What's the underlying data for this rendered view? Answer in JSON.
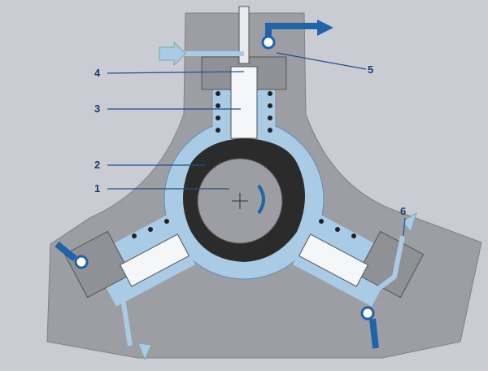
{
  "labels": {
    "l1": "1",
    "l2": "2",
    "l3": "3",
    "l4": "4",
    "l5": "5",
    "l6": "6"
  },
  "colors": {
    "background": "#c9ccd3",
    "housing": "#9c9ea3",
    "fluid": "#a9cbe6",
    "cam": "#2b2b2b",
    "accent": "#1f63a8",
    "piston": "#f4f6f8"
  }
}
